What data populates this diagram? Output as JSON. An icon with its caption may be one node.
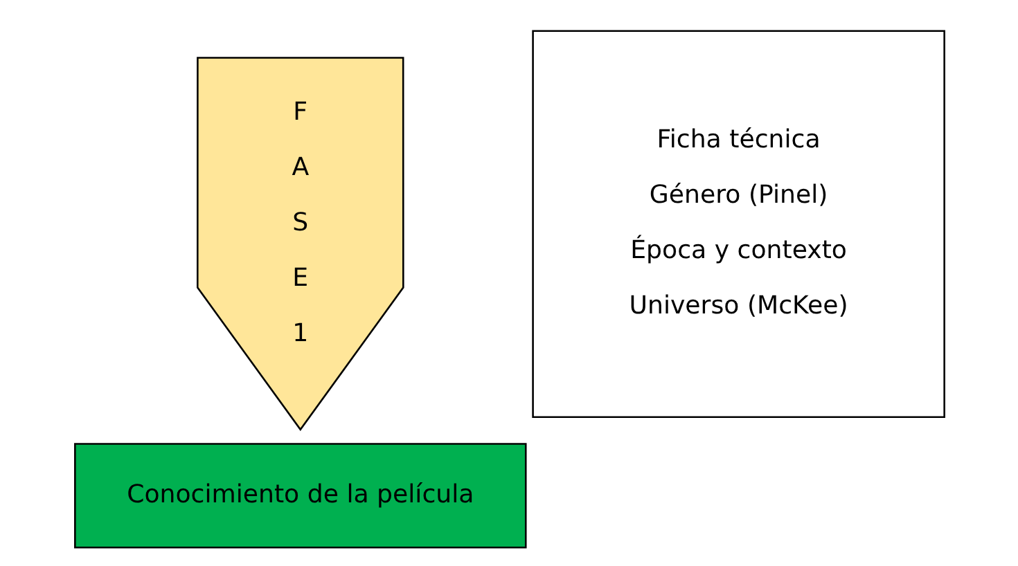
{
  "diagram": {
    "nodes": [
      {
        "text": [
          "F A S E 1"
        ]
      },
      {
        "text": [
          "Conocimiento de la película"
        ]
      },
      {
        "text": [
          "Ficha técnica",
          "Género (Pinel)",
          "Época y contexto",
          "Universo (McKee)"
        ]
      }
    ]
  }
}
